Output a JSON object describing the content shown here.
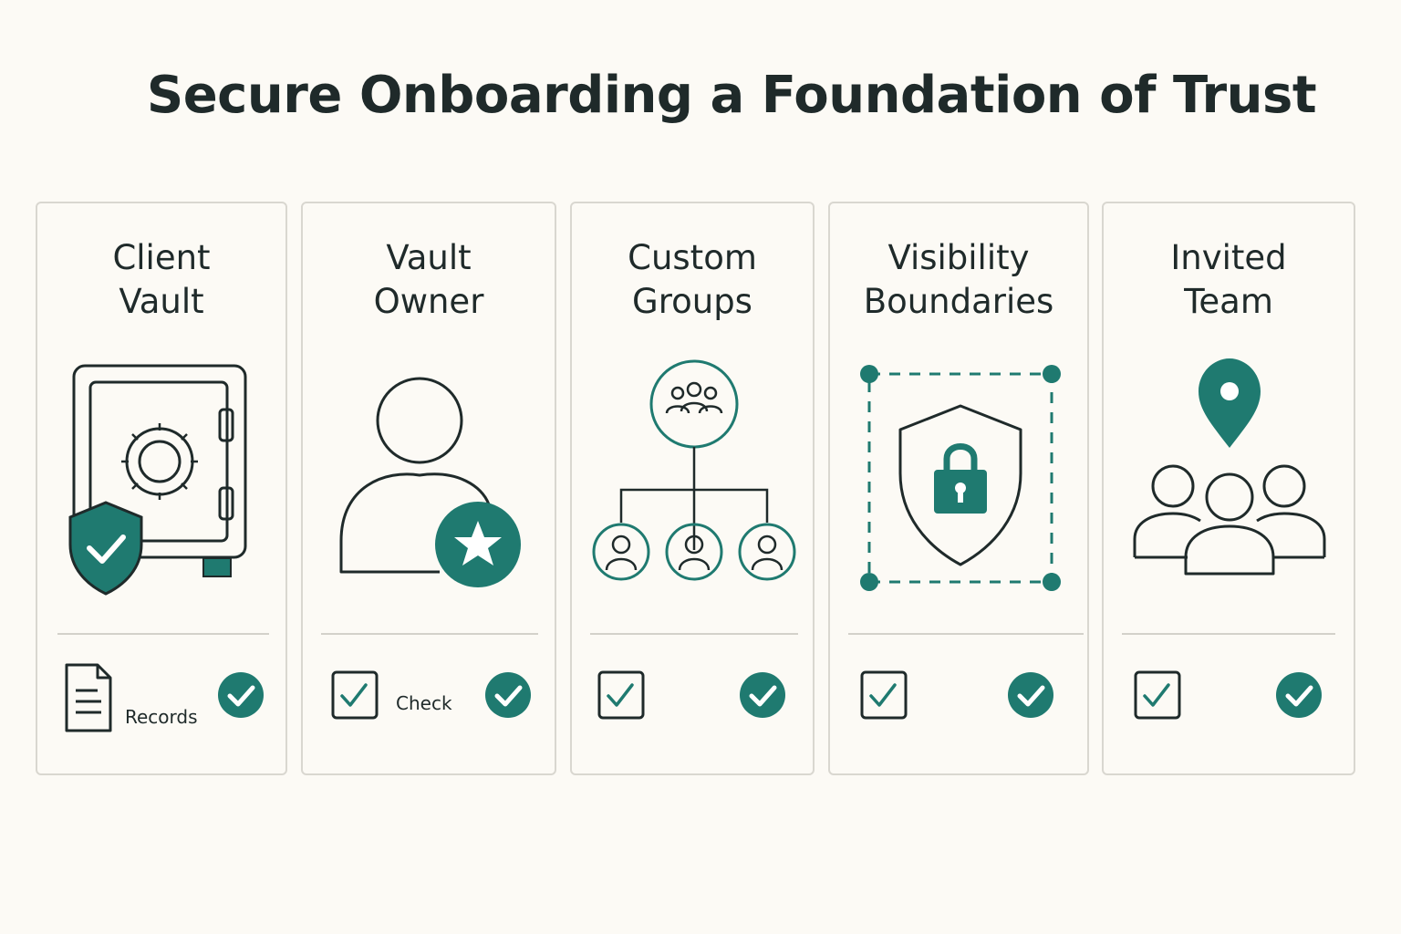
{
  "title": "Secure Onboarding a Foundation of Trust",
  "colors": {
    "accent": "#1f7a70",
    "line": "#1f2a2a",
    "border": "#d9d7d0",
    "background": "#fcfaf5"
  },
  "cards": [
    {
      "title": "Client\nVault",
      "icon": "safe-icon",
      "badge": "shield-check-icon",
      "bottom_label": "Records",
      "bottom_icon": "document-icon",
      "status_icon": "check-circle-icon"
    },
    {
      "title": "Vault\nOwner",
      "icon": "user-icon",
      "badge": "star-badge-icon",
      "bottom_label": "Check",
      "bottom_icon": "checkbox-icon",
      "status_icon": "check-circle-icon"
    },
    {
      "title": "Custom\nGroups",
      "icon": "group-hierarchy-icon",
      "bottom_label": "",
      "bottom_icon": "checkbox-icon",
      "status_icon": "check-circle-icon"
    },
    {
      "title": "Visibility\nBoundaries",
      "icon": "shield-lock-icon",
      "bottom_label": "",
      "bottom_icon": "checkbox-icon",
      "status_icon": "check-circle-icon"
    },
    {
      "title": "Invited\nTeam",
      "icon": "team-location-icon",
      "bottom_label": "",
      "bottom_icon": "checkbox-icon",
      "status_icon": "check-circle-icon"
    }
  ]
}
